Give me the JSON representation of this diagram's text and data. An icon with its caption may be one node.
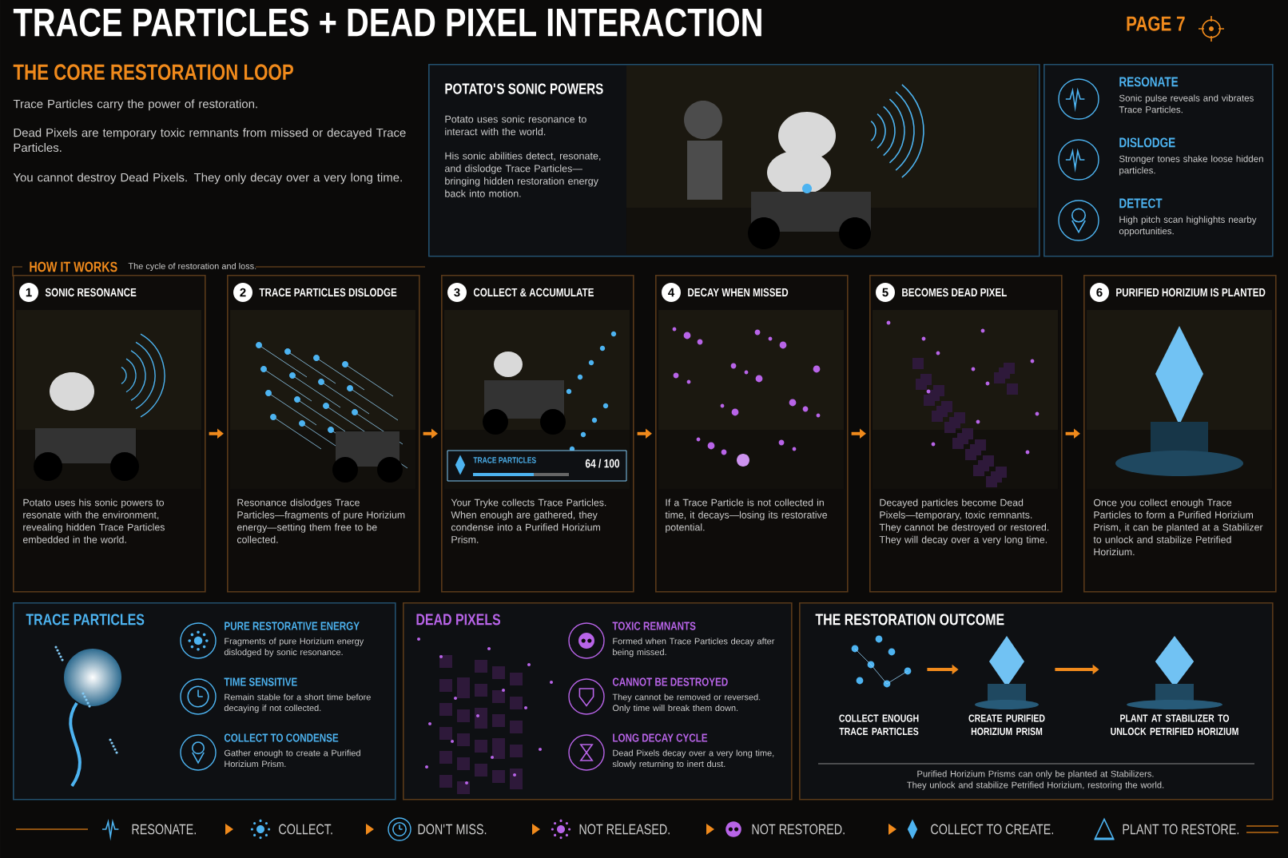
{
  "diagram": {
    "title": "TRACE PARTICLES + DEAD PIXEL INTERACTION",
    "nodes": [
      {
        "text": [
          "POTATO'S SONIC POWERS",
          "Potato uses sonic resonance to interact with the world.",
          "His sonic abilities detect, resonate, and dislodge Trace Particles—bringing hidden restoration energy back into motion."
        ]
      },
      {
        "text": [
          "RESONATE",
          "Sonic pulse reveals and vibrates Trace Particles.",
          "DISLODGE",
          "Stronger tones shake loose hidden particles.",
          "DETECT",
          "High pitch scan highlights nearby opportunities."
        ]
      },
      {
        "text": [
          "1",
          "SONIC RESONANCE",
          "Potato uses his sonic powers to resonate with the environment, revealing hidden Trace Particles embedded in the world."
        ]
      },
      {
        "text": [
          "2",
          "TRACE PARTICLES DISLODGE",
          "Resonance dislodges Trace Particles—fragments of pure Horizium energy—setting them free to be collected."
        ]
      },
      {
        "text": [
          "3",
          "COLLECT & ACCUMULATE",
          "TRACE PARTICLES",
          "64 / 100",
          "Your Tryke collects Trace Particles. When enough are gathered, they condense into a Purified Horizium Prism."
        ]
      },
      {
        "text": [
          "4",
          "DECAY WHEN MISSED",
          "If a Trace Particle is not collected in time, it decays—losing its restorative potential."
        ]
      },
      {
        "text": [
          "5",
          "BECOMES DEAD PIXEL",
          "Decayed particles become Dead Pixels—temporary, toxic remnants. They cannot be destroyed or restored. They will decay over a very long time."
        ]
      },
      {
        "text": [
          "6",
          "PURIFIED HORIZIUM IS PLANTED",
          "Once you collect enough Trace Particles to form a Purified Horizium Prism, it can be planted at a Stabilizer to unlock and stabilize Petrified Horizium."
        ]
      },
      {
        "text": [
          "TRACE PARTICLES",
          "PURE RESTORATIVE ENERGY",
          "Fragments of pure Horizium energy dislodged by sonic resonance.",
          "TIME SENSITIVE",
          "Remain stable for a short time before decaying if not collected.",
          "COLLECT TO CONDENSE",
          "Gather enough to create a Purified Horizium Prism."
        ]
      },
      {
        "text": [
          "DEAD PIXELS",
          "TOXIC REMNANTS",
          "Formed when Trace Particles decay after being missed.",
          "CANNOT BE DESTROYED",
          "They cannot be removed or reversed. Only time will break them down.",
          "LONG DECAY CYCLE",
          "Dead Pixels decay over a very long time, slowly returning to inert dust."
        ]
      },
      {
        "text": [
          "THE RESTORATION OUTCOME",
          "Purified Horizium Prisms can only be planted at Stabilizers. They unlock and stabilize Petrified Horizium, restoring the world."
        ]
      },
      {
        "text": [
          "COLLECT ENOUGH TRACE PARTICLES"
        ],
        "in": 10
      },
      {
        "text": [
          "CREATE PURIFIED HORIZIUM PRISM"
        ],
        "in": 10
      },
      {
        "text": [
          "PLANT AT STABILIZER TO UNLOCK PETRIFIED HORIZIUM"
        ],
        "in": 10
      }
    ],
    "edges": [
      {
        "from": 2,
        "to": 3,
        "arrow": "to"
      },
      {
        "from": 3,
        "to": 4,
        "arrow": "to"
      },
      {
        "from": 4,
        "to": 5,
        "arrow": "to"
      },
      {
        "from": 5,
        "to": 6,
        "arrow": "to"
      },
      {
        "from": 6,
        "to": 7,
        "arrow": "to"
      },
      {
        "from": 11,
        "to": 12,
        "arrow": "to"
      },
      {
        "from": 12,
        "to": 13,
        "arrow": "to"
      }
    ],
    "labels": [
      "PAGE 7",
      "THE CORE RESTORATION LOOP",
      "Trace Particles carry the power of restoration.",
      "Dead Pixels are temporary toxic remnants from missed or decayed Trace Particles.",
      "You cannot destroy Dead Pixels. They only decay over a very long time.",
      "HOW IT WORKS",
      "The cycle of restoration and loss.",
      "RESONATE.",
      "COLLECT.",
      "DON'T MISS.",
      "NOT RELEASED.",
      "NOT RESTORED.",
      "COLLECT TO CREATE.",
      "PLANT TO RESTORE."
    ]
  }
}
